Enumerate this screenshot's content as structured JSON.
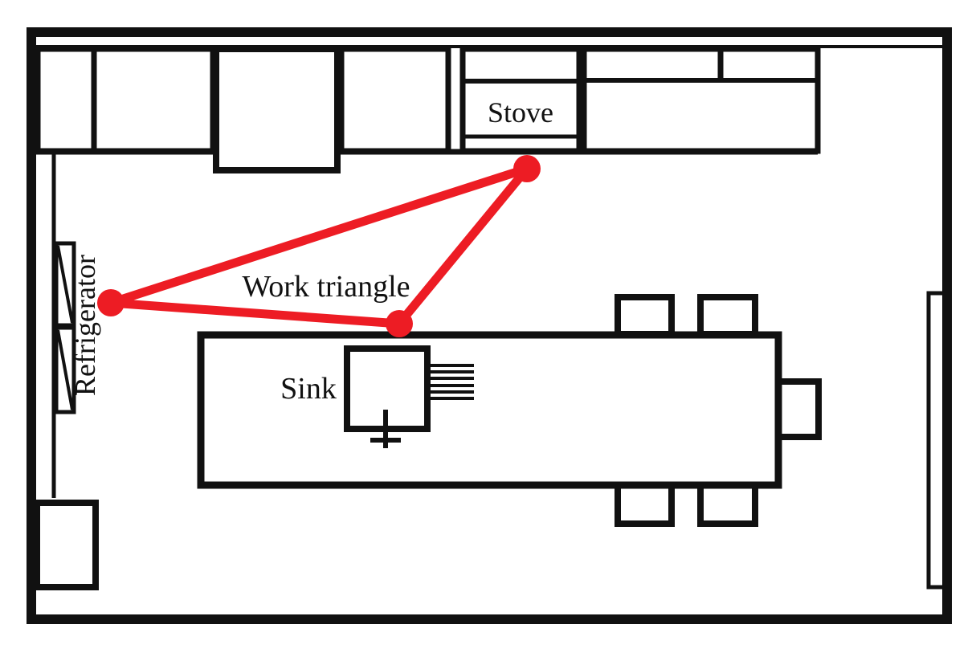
{
  "colors": {
    "line_black": "#111111",
    "accent_red": "#ed1c24",
    "background": "#ffffff"
  },
  "labels": {
    "refrigerator": "Refrigerator",
    "stove": "Stove",
    "sink": "Sink",
    "work_triangle": "Work triangle"
  }
}
